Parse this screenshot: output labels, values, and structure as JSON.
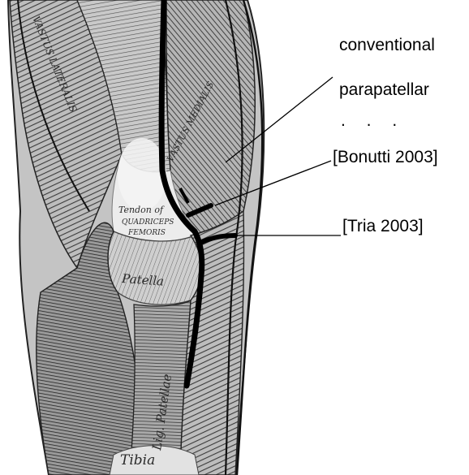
{
  "labels": {
    "conventional": "conventional",
    "parapatellar": "parapatellar",
    "ellipsis": ". . .",
    "bonutti": "[Bonutti 2003]",
    "tria": "[Tria 2003]"
  },
  "anatomy_text": {
    "vastus_lateralis": "VASTUS LATERALIS",
    "vastus_medialis": "VASTUS MEDIALIS",
    "tendon_line1": "Tendon of",
    "tendon_line2": "QUADRICEPS",
    "tendon_line3": "FEMORIS",
    "patella": "Patella",
    "lig_patellae": "Lig. Patellae",
    "tibia": "Tibia"
  },
  "colors": {
    "incision": "#000000",
    "muscle_dark": "#3a3a3a",
    "muscle_mid": "#8c8c8c",
    "muscle_light": "#d6d6d6",
    "background": "#ffffff"
  }
}
